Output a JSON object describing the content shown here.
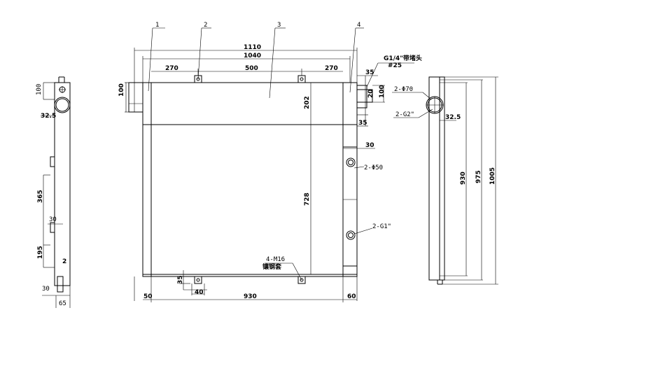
{
  "drawing": {
    "parts": [
      "1",
      "2",
      "3",
      "4"
    ],
    "dims_front": {
      "overall_width": "1110",
      "inner_width": "1040",
      "left_span": "270",
      "middle_span": "500",
      "right_span": "270",
      "left_port_height": "100",
      "right_port_height": "100",
      "right_offset_top": "35",
      "right_offset_mid": "20",
      "right_offset_low": "35",
      "top_band": "202",
      "core_height": "728",
      "right_fitting_gap": "30",
      "bottom_mount_height": "35",
      "bottom_mount_gap": "40",
      "bottom_left": "50",
      "bottom_core": "930",
      "bottom_right": "60"
    },
    "dims_left": {
      "top_height": "100",
      "pipe_offset": "32.5",
      "span_a": "365",
      "bracket": "30",
      "span_b": "195",
      "small": "2",
      "foot": "30",
      "base": "65"
    },
    "dims_right": {
      "pipe_offset": "32.5",
      "h1": "930",
      "h2": "975",
      "h3": "1005"
    },
    "callouts": {
      "plug": "G1/4\"带堵头",
      "plug_size": "#25",
      "phi70": "2-Φ70",
      "g2": "2-G2\"",
      "phi50": "2-Φ50",
      "g1": "2-G1\"",
      "m16": "4-M16",
      "insert": "镶钢套"
    }
  }
}
